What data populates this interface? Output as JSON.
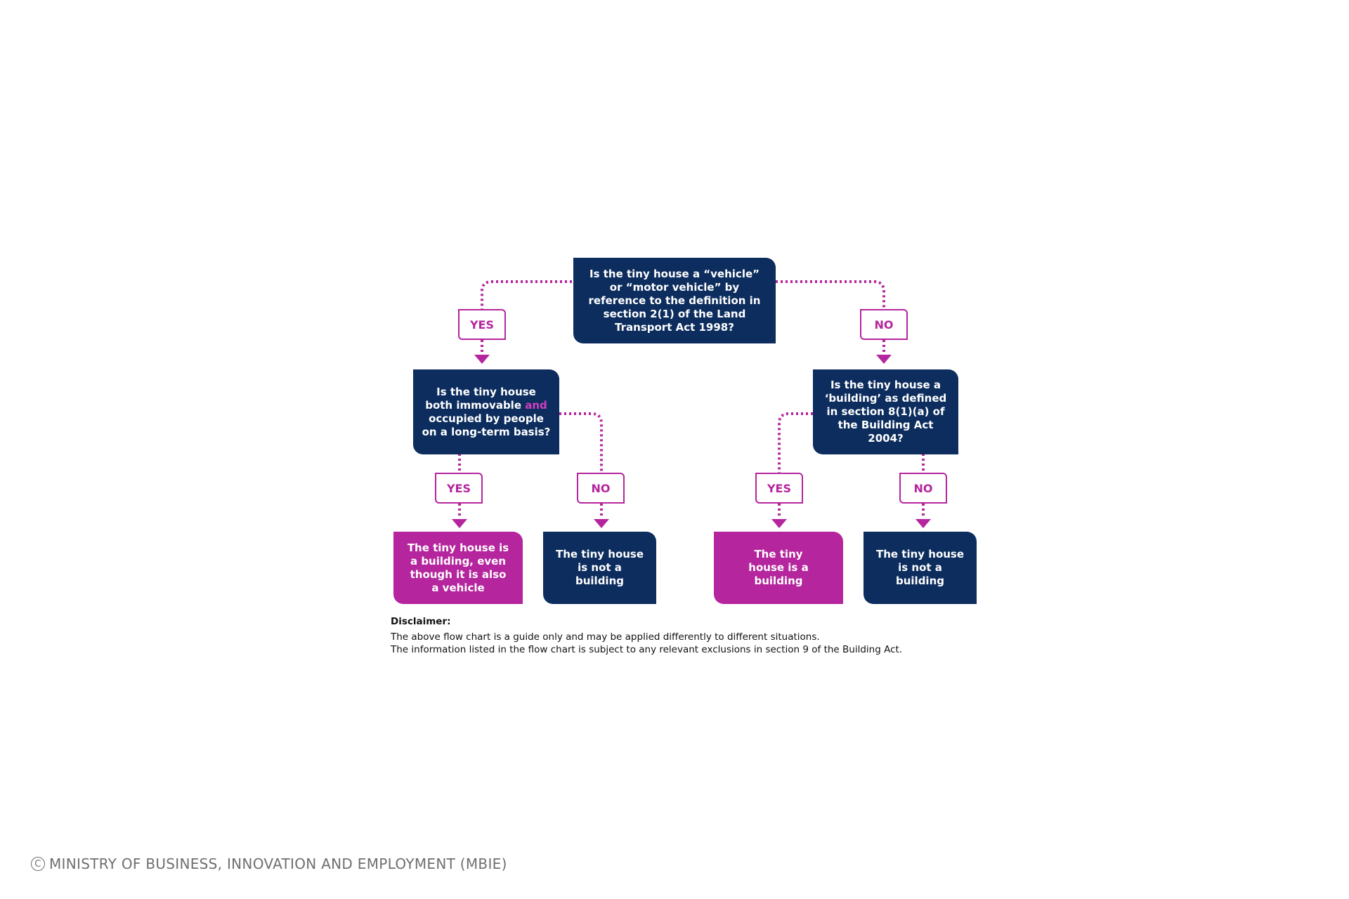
{
  "flowchart": {
    "root": "Is the tiny house a “vehicle” or “motor vehicle” by reference to the definition in section 2(1) of the Land Transport Act 1998?",
    "left_question": {
      "before": "Is the tiny house both immovable ",
      "accent": "and",
      "after": " occupied by people on a long-term basis?"
    },
    "right_question": "Is the tiny house a ‘building’ as defined in section 8(1)(a) of the Building Act 2004?",
    "labels": {
      "root_yes": "YES",
      "root_no": "NO",
      "left_yes": "YES",
      "left_no": "NO",
      "right_yes": "YES",
      "right_no": "NO"
    },
    "outcomes": {
      "left_yes": "The tiny house is a building, even though it is also a vehicle",
      "left_no": "The tiny house is not a building",
      "right_yes": "The tiny house is a building",
      "right_no": "The tiny house is not a building"
    }
  },
  "disclaimer": {
    "heading": "Disclaimer:",
    "line1": "The above flow chart is a guide only and may be applied differently to different situations.",
    "line2": "The information listed in the flow chart is subject to any relevant exclusions in section 9 of the Building Act."
  },
  "copyright": {
    "symbol": "C",
    "text": "MINISTRY OF BUSINESS, INNOVATION AND EMPLOYMENT (MBIE)"
  },
  "colors": {
    "navy": "#0c2d5e",
    "magenta": "#b5259d",
    "accent": "#d13fbd"
  }
}
